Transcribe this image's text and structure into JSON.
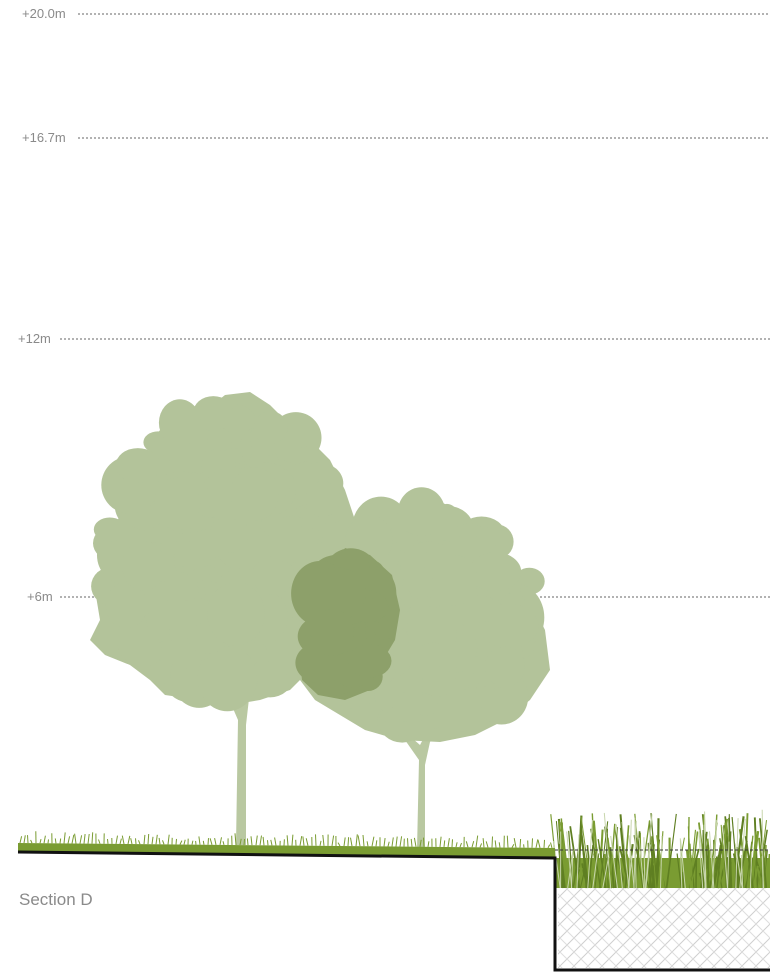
{
  "levels": [
    {
      "label": "+20.0m"
    },
    {
      "label": "+16.7m"
    },
    {
      "label": "+12m"
    },
    {
      "label": "+6m"
    }
  ],
  "section": {
    "title": "Section D"
  },
  "colors": {
    "level_line": "#666666",
    "label_text": "#8a8a8a",
    "tree_foliage": "#b3c39a",
    "tree_foliage_overlap": "#8da06a",
    "tree_trunk": "#b9c8a1",
    "grass": "#7a9c32",
    "grass_dark": "#5f7f22",
    "ground_line": "#111111",
    "hatch": "#cfcfcf"
  },
  "icons": [
    "tree-silhouette",
    "grass-strip",
    "meadow-planting",
    "hatched-fill"
  ]
}
